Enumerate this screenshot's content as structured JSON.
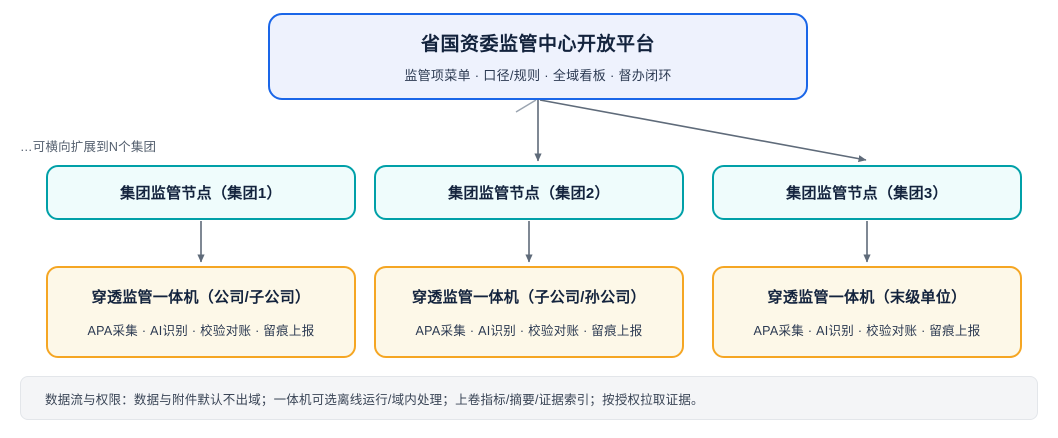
{
  "diagram": {
    "platform": {
      "title": "省国资委监管中心开放平台",
      "subtitle": "监管项菜单 · 口径/规则 · 全域看板 · 督办闭环"
    },
    "scale_note": "…可横向扩展到N个集团",
    "groups": [
      {
        "title": "集团监管节点（集团1）"
      },
      {
        "title": "集团监管节点（集团2）"
      },
      {
        "title": "集团监管节点（集团3）"
      }
    ],
    "devices": [
      {
        "title": "穿透监管一体机（公司/子公司）",
        "subtitle": "APA采集 · AI识别 · 校验对账 · 留痕上报"
      },
      {
        "title": "穿透监管一体机（子公司/孙公司）",
        "subtitle": "APA采集 · AI识别 · 校验对账 · 留痕上报"
      },
      {
        "title": "穿透监管一体机（末级单位）",
        "subtitle": "APA采集 · AI识别 · 校验对账 · 留痕上报"
      }
    ],
    "footer": {
      "text": "数据流与权限：数据与附件默认不出域；一体机可选离线运行/域内处理；上卷指标/摘要/证据索引；按授权拉取证据。"
    },
    "colors": {
      "platform_border": "#1a66e8",
      "platform_fill": "#eef2fd",
      "group_border": "#00a0a8",
      "group_fill": "#effcfc",
      "device_border": "#f5a623",
      "device_fill": "#fdf8e8",
      "connector": "#5f6b7a",
      "footer_fill": "#f4f5f7"
    }
  }
}
